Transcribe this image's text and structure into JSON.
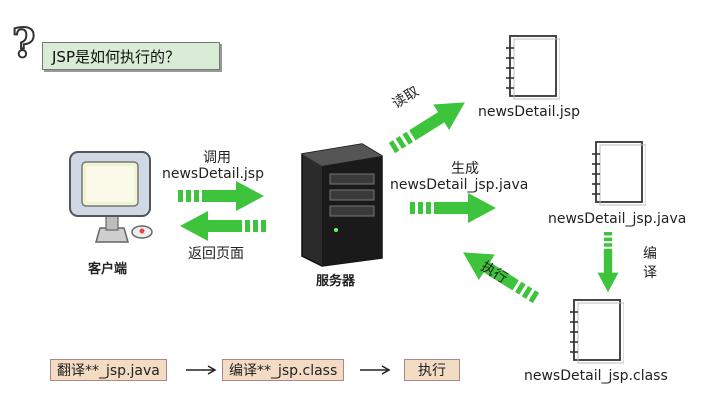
{
  "title": "JSP是如何执行的？",
  "nodes": {
    "client": "客户端",
    "server": "服务器",
    "jsp": "newsDetail.jsp",
    "java": "newsDetail_jsp.java",
    "class": "newsDetail_jsp.class"
  },
  "edges": {
    "call_line1": "调用",
    "call_line2": "newsDetail.jsp",
    "return": "返回页面",
    "read": "读取",
    "generate_line1": "生成",
    "generate_line2": "newsDetail_jsp.java",
    "compile_char1": "编",
    "compile_char2": "译",
    "execute": "执行"
  },
  "flow": [
    "翻译**_jsp.java",
    "编译**_jsp.class",
    "执行"
  ],
  "colors": {
    "arrow_green": "#3ec43c",
    "title_bg": "#d9ecd6",
    "chip_bg": "#f3dcc3"
  }
}
